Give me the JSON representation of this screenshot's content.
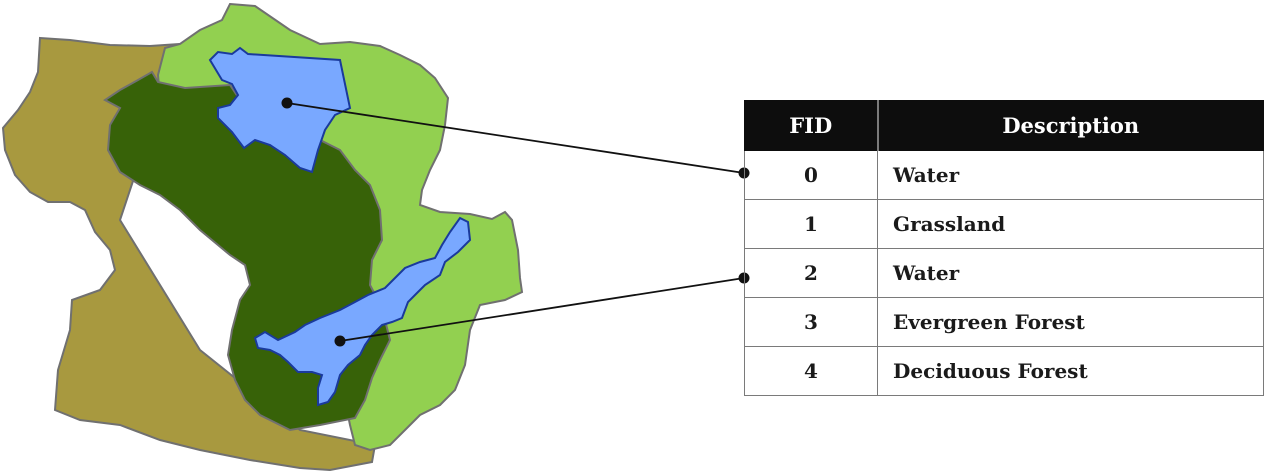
{
  "table": {
    "headers": {
      "fid": "FID",
      "description": "Description"
    },
    "rows": [
      {
        "fid": "0",
        "description": "Water"
      },
      {
        "fid": "1",
        "description": "Grassland"
      },
      {
        "fid": "2",
        "description": "Water"
      },
      {
        "fid": "3",
        "description": "Evergreen Forest"
      },
      {
        "fid": "4",
        "description": "Deciduous Forest"
      }
    ]
  },
  "colors": {
    "deciduous_forest": "#a8993f",
    "grassland": "#92d050",
    "evergreen_forest": "#376208",
    "water": "#79a8ff",
    "water_outline": "#1a3a9c",
    "outline": "#707070",
    "header_background": "#0d0d0d"
  },
  "links": [
    {
      "from_polygon": "water-top",
      "to_fid": "0"
    },
    {
      "from_polygon": "water-bottom",
      "to_fid": "2"
    }
  ]
}
